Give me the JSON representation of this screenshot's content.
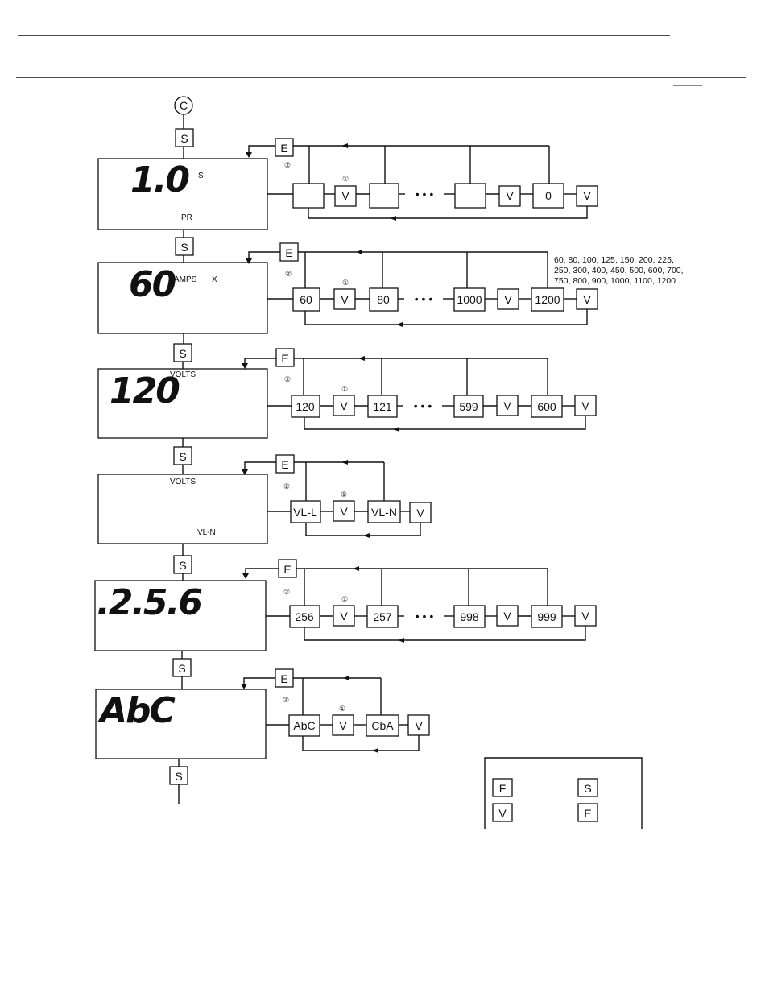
{
  "start_connector": "C",
  "setup_key": "S",
  "enter_key": "E",
  "value_key": "V",
  "circled_1": "1",
  "circled_2": "2",
  "ellipsis": "• • •",
  "steps": [
    {
      "display": "1.0",
      "annotations": [
        "S",
        "PR"
      ],
      "options": [
        "",
        "",
        "0"
      ]
    },
    {
      "display": "60",
      "annotations": [
        "AMPS",
        "X"
      ],
      "options": [
        "60",
        "80",
        "1000",
        "1200"
      ],
      "note_lines": [
        "60, 80, 100, 125, 150, 200, 225,",
        "250, 300, 400, 450, 500, 600, 700,",
        "750, 800, 900, 1000, 1100, 1200"
      ]
    },
    {
      "display": "120",
      "annotations": [
        "VOLTS"
      ],
      "options": [
        "120",
        "121",
        "599",
        "600"
      ]
    },
    {
      "display": "",
      "annotations": [
        "VOLTS",
        "VL-N"
      ],
      "options": [
        "VL-L",
        "VL-N"
      ]
    },
    {
      "display": ".2.5.6",
      "annotations": [],
      "options": [
        "256",
        "257",
        "998",
        "999"
      ]
    },
    {
      "display": "AbC",
      "annotations": [],
      "options": [
        "AbC",
        "CbA"
      ]
    }
  ],
  "legend": {
    "keys": [
      "F",
      "S",
      "V",
      "E"
    ]
  }
}
